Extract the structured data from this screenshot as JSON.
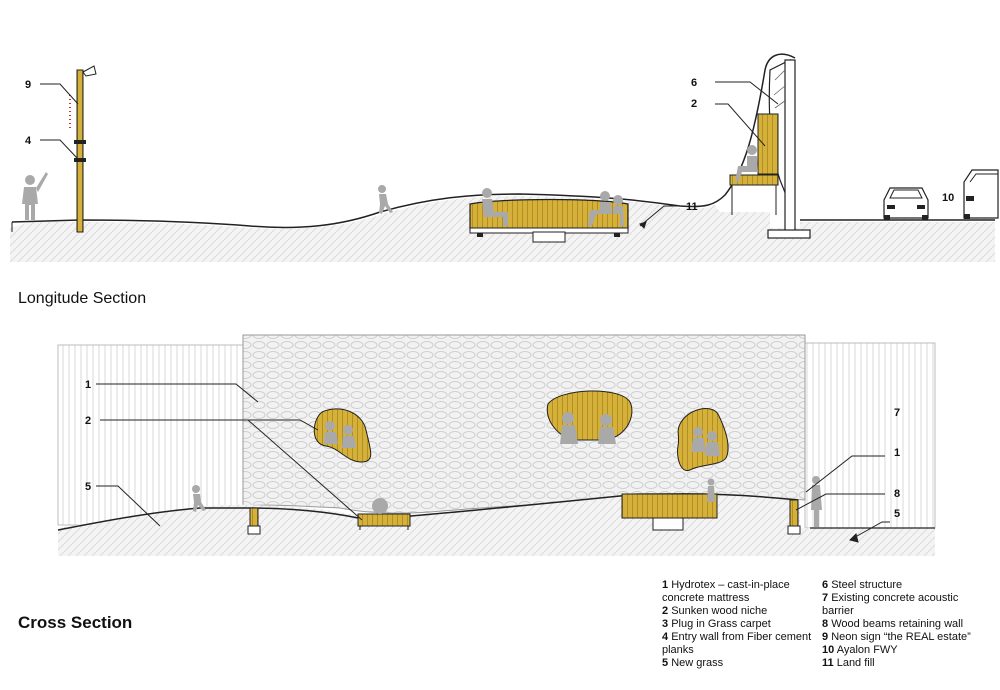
{
  "sections": {
    "longitude_title": "Longitude Section",
    "cross_title": "Cross Section"
  },
  "callouts": {
    "long": [
      "9",
      "4",
      "6",
      "2",
      "11",
      "10"
    ],
    "cross": [
      "1",
      "2",
      "5",
      "7",
      "1",
      "8",
      "5"
    ]
  },
  "legend": {
    "left": [
      {
        "num": "1",
        "text": "Hydrotex – cast-in-place concrete mattress"
      },
      {
        "num": "2",
        "text": "Sunken wood niche"
      },
      {
        "num": "3",
        "text": "Plug in Grass carpet"
      },
      {
        "num": "4",
        "text": "Entry wall from Fiber cement planks"
      },
      {
        "num": "5",
        "text": "New grass"
      }
    ],
    "right": [
      {
        "num": "6",
        "text": "Steel structure"
      },
      {
        "num": "7",
        "text": "Existing concrete acoustic barrier"
      },
      {
        "num": "8",
        "text": "Wood beams retaining wall"
      },
      {
        "num": "9",
        "text": "Neon sign “the REAL estate”"
      },
      {
        "num": "10",
        "text": "Ayalon FWY"
      },
      {
        "num": "11",
        "text": "Land fill"
      }
    ]
  },
  "colors": {
    "wood": "#d6b13a",
    "wood_dark": "#8a6a12",
    "figure": "#a9a9a9",
    "ground": "#f0f0f0",
    "line": "#222222"
  }
}
